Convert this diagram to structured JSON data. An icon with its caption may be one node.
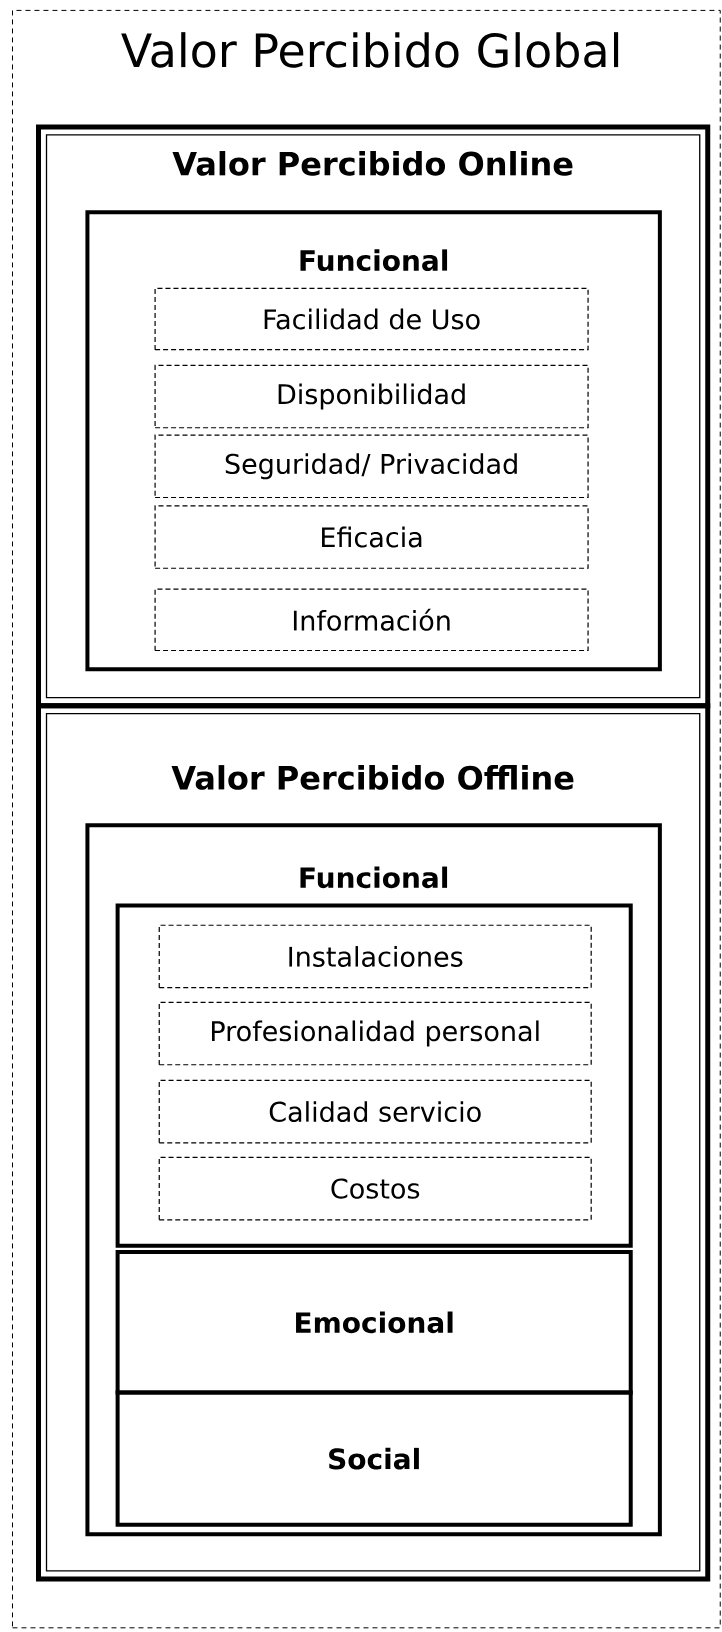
{
  "diagram": {
    "nodes": [
      {
        "text": [
          "Valor Percibido Global"
        ]
      },
      {
        "text": [
          "Valor Percibido Online"
        ],
        "in": 0
      },
      {
        "text": [
          "Funcional"
        ],
        "in": 1
      },
      {
        "text": [
          "Facilidad de Uso"
        ],
        "in": 2
      },
      {
        "text": [
          "Disponibilidad"
        ],
        "in": 2
      },
      {
        "text": [
          "Seguridad/ Privacidad"
        ],
        "in": 2
      },
      {
        "text": [
          "Eficacia"
        ],
        "in": 2
      },
      {
        "text": [
          "Información"
        ],
        "in": 2
      },
      {
        "text": [
          "Valor Percibido Offline"
        ],
        "in": 0
      },
      {
        "text": [
          "Funcional"
        ],
        "in": 8
      },
      {
        "text": [],
        "shape": "box",
        "in": 9
      },
      {
        "text": [
          "Instalaciones"
        ],
        "in": 10
      },
      {
        "text": [
          "Profesionalidad personal"
        ],
        "in": 10
      },
      {
        "text": [
          "Calidad servicio"
        ],
        "in": 10
      },
      {
        "text": [
          "Costos"
        ],
        "in": 10
      },
      {
        "text": [
          "Emocional"
        ],
        "in": 9
      },
      {
        "text": [
          "Social"
        ],
        "in": 9
      }
    ]
  }
}
